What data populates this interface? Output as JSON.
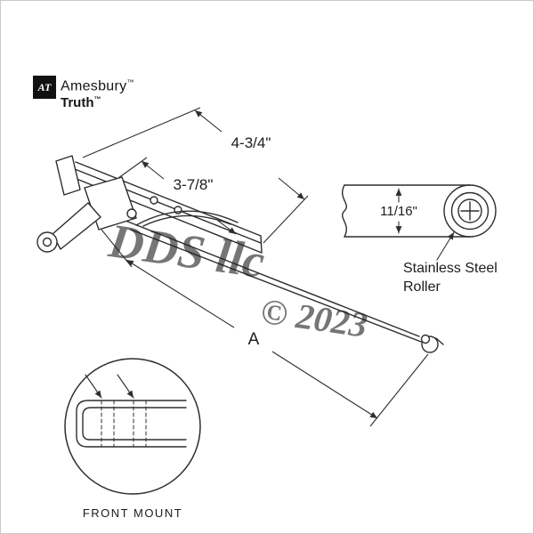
{
  "page": {
    "background": "#ffffff",
    "border_color": "#c9c9c9"
  },
  "logo": {
    "mark": "AT",
    "brand": "Amesbury",
    "brand_tm": "™",
    "product": "Truth",
    "product_tm": "™"
  },
  "diagram": {
    "dim_top": "4-3/4\"",
    "dim_mid": "3-7/8\"",
    "dim_track": "11/16\"",
    "dim_arm": "A",
    "roller_label_1": "Stainless Steel",
    "roller_label_2": "Roller",
    "detail_label": "FRONT MOUNT"
  },
  "watermark": {
    "line1": "DDS llc",
    "line2": "© 2023",
    "color": "#b5c1cb"
  },
  "colors": {
    "line": "#2e2e2e"
  }
}
